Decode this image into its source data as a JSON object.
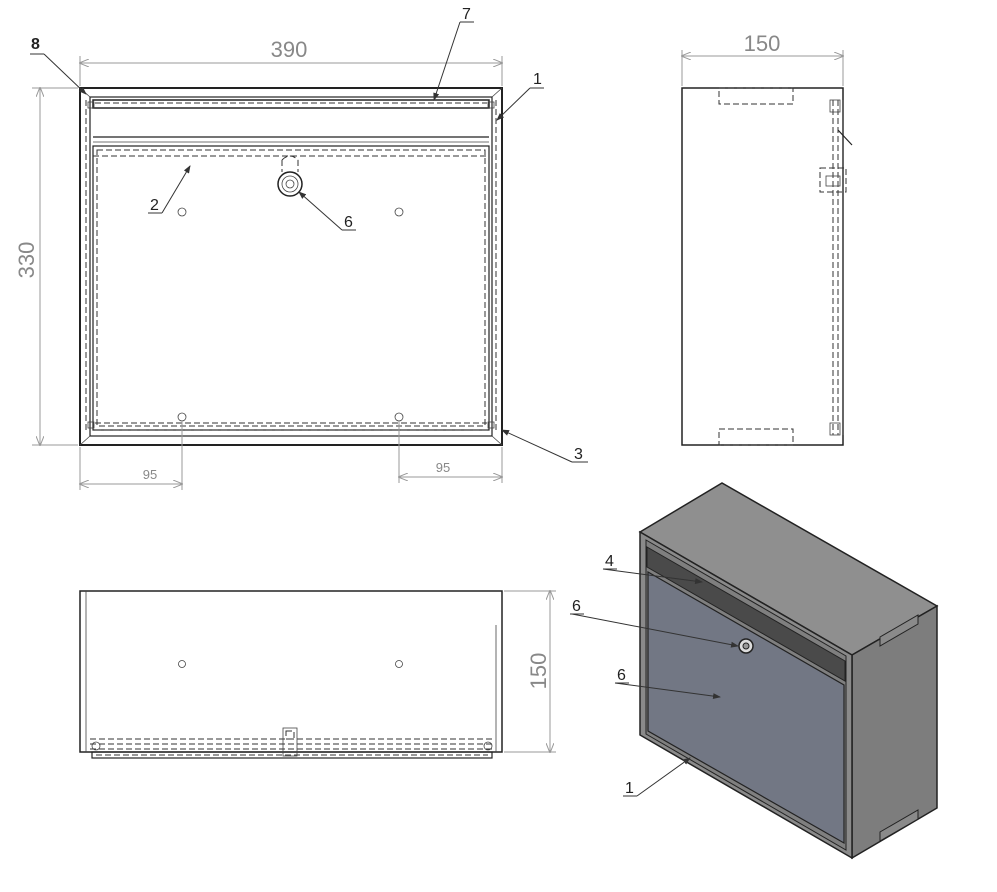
{
  "views": {
    "front": {
      "width_dim": "390",
      "height_dim": "330",
      "left_offset_dim": "95",
      "right_offset_dim": "95",
      "callouts": [
        "8",
        "7",
        "1",
        "2",
        "6",
        "3"
      ]
    },
    "side": {
      "depth_dim": "150"
    },
    "top": {
      "depth_dim": "150"
    },
    "isometric": {
      "callouts": [
        "4",
        "6",
        "6",
        "1"
      ]
    }
  },
  "colors": {
    "line": "#222222",
    "dimension": "#999999",
    "iso_top": "#8f8f8f",
    "iso_side": "#7d7d7d",
    "iso_front_frame": "#8a8a8a",
    "iso_door": "#727784",
    "iso_slot": "#4a4a4a"
  }
}
